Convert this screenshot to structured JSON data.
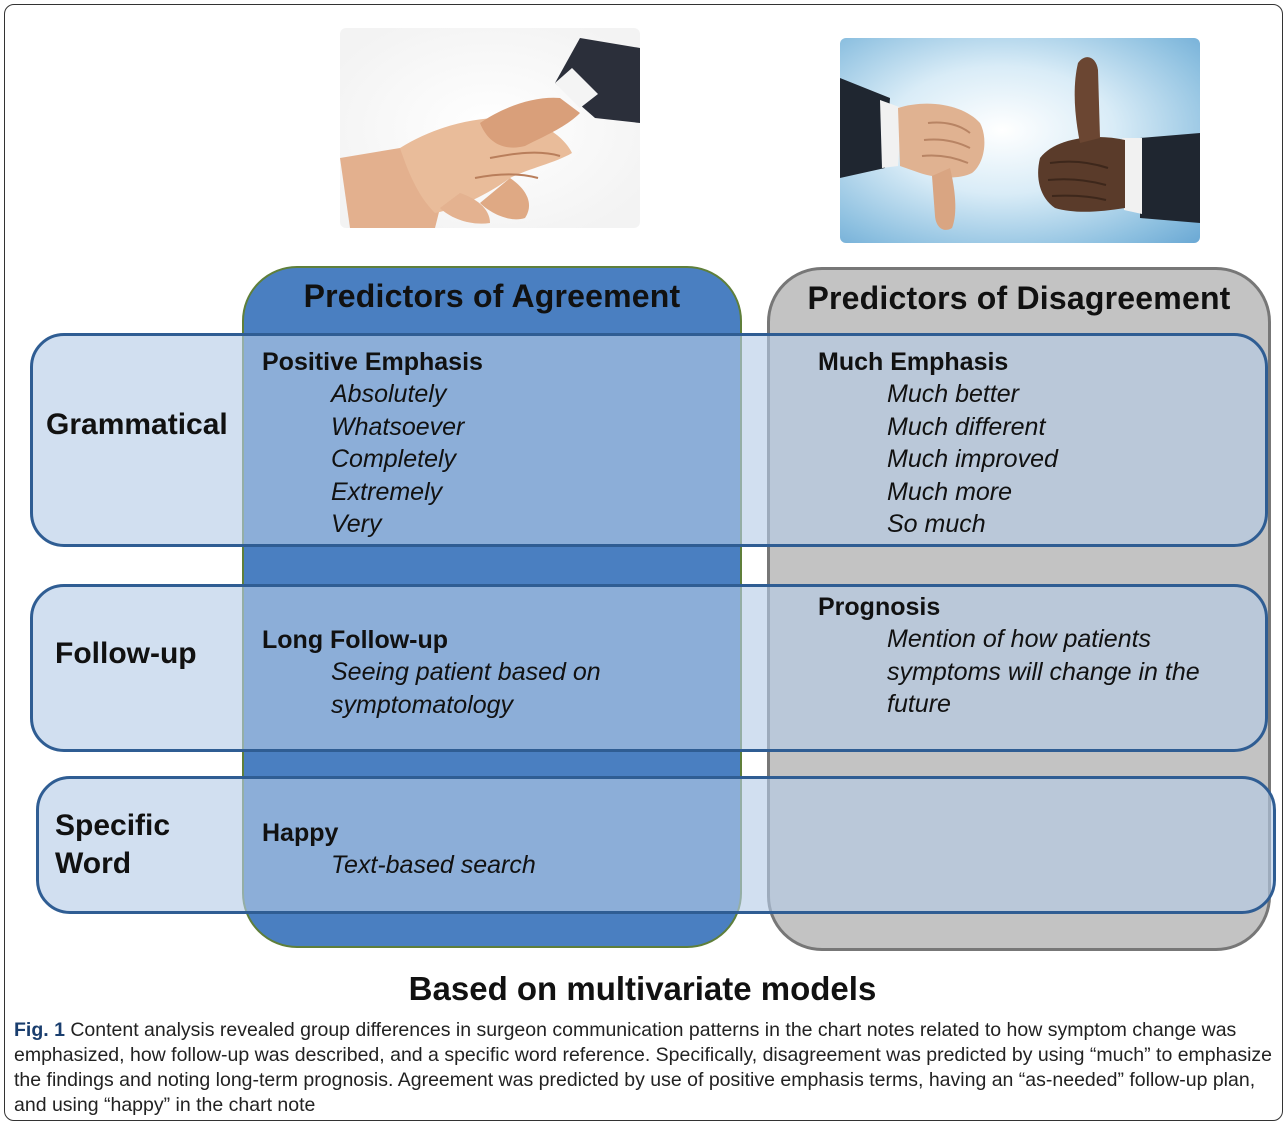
{
  "columns": {
    "agreement": {
      "title": "Predictors of Agreement",
      "color": "#4a7fc1"
    },
    "disagreement": {
      "title": "Predictors of Disagreement",
      "color": "#c3c3c3"
    }
  },
  "rows": {
    "grammatical": {
      "label": "Grammatical",
      "agreement": {
        "heading": "Positive Emphasis",
        "items": [
          "Absolutely",
          "Whatsoever",
          "Completely",
          "Extremely",
          "Very"
        ]
      },
      "disagreement": {
        "heading": "Much Emphasis",
        "items": [
          "Much better",
          "Much different",
          "Much improved",
          "Much more",
          "So much"
        ]
      }
    },
    "followup": {
      "label": "Follow-up",
      "agreement": {
        "heading": "Long Follow-up",
        "items": [
          "Seeing patient based on",
          "symptomatology"
        ]
      },
      "disagreement": {
        "heading": "Prognosis",
        "items": [
          "Mention of how patients",
          "symptoms will change in the",
          "future"
        ]
      }
    },
    "specific": {
      "label_line1": "Specific",
      "label_line2": "Word",
      "agreement": {
        "heading": "Happy",
        "items": [
          "Text-based search"
        ]
      }
    }
  },
  "images": {
    "left": "handshake-icon",
    "right": "thumbs-up-down-icon"
  },
  "footer_title": "Based on multivariate models",
  "caption": {
    "label": "Fig. 1",
    "text": "Content analysis revealed group differences in surgeon communication patterns in the chart notes related to how symptom change was emphasized, how follow-up was described, and a specific word reference. Specifically, disagreement was predicted by using “much” to emphasize the findings and noting long-term prognosis. Agreement was predicted by use of positive emphasis terms, having an “as-needed” follow-up plan, and using “happy” in the chart note"
  }
}
